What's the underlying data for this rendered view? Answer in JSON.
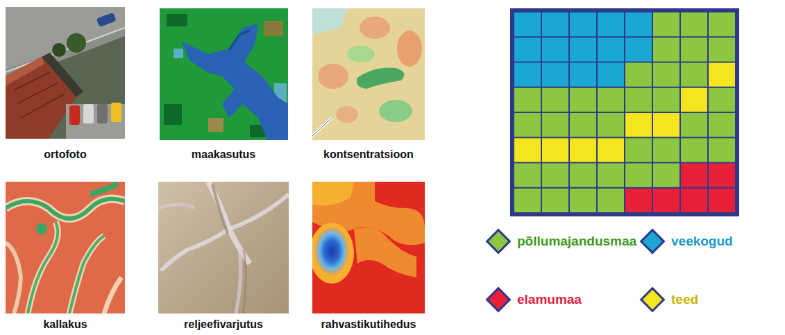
{
  "diagram": {
    "labels": [
      "ortofoto",
      "maakasutus",
      "kontsentratsioon",
      "kallakus",
      "reljeefivarjutus",
      "rahvastikutihedus"
    ],
    "legend": [
      {
        "text": "põllumajandusmaa",
        "color": "#8dc63f"
      },
      {
        "text": "veekogud",
        "color": "#1ba8d0"
      },
      {
        "text": "elamumaa",
        "color": "#e8203a"
      },
      {
        "text": "teed",
        "color": "#f5e51e"
      }
    ]
  }
}
